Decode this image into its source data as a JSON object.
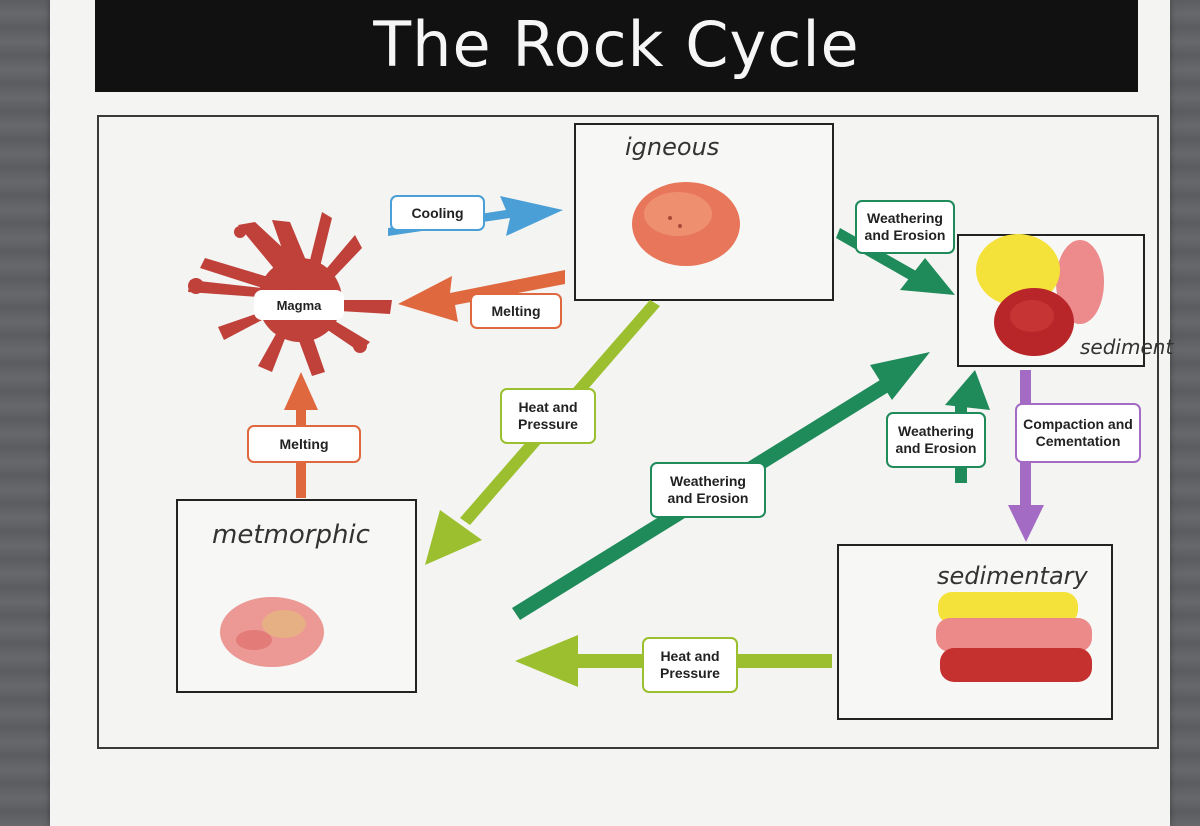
{
  "title": "The Rock Cycle",
  "nodes": {
    "magma": "Magma",
    "igneous_handwritten": "igneous",
    "sediment_handwritten": "sediment",
    "metamorphic_handwritten": "metmorphic",
    "sedimentary_handwritten": "sedimentary"
  },
  "processes": {
    "cooling": "Cooling",
    "melting_top": "Melting",
    "melting_left": "Melting",
    "weathering_top_line1": "Weathering",
    "weathering_top_line2": "and Erosion",
    "heat_diag_line1": "Heat and",
    "heat_diag_line2": "Pressure",
    "weathering_center_line1": "Weathering",
    "weathering_center_line2": "and Erosion",
    "weathering_right_line1": "Weathering",
    "weathering_right_line2": "and Erosion",
    "compaction_line1": "Compaction and",
    "compaction_line2": "Cementation",
    "heat_bottom_line1": "Heat and",
    "heat_bottom_line2": "Pressure"
  },
  "colors": {
    "cooling": "#4a9fd6",
    "melting": "#e0683f",
    "magma": "#c0413a",
    "weathering": "#1f8a5a",
    "heat_pressure": "#9bbf2e",
    "compaction": "#a46bc4"
  }
}
